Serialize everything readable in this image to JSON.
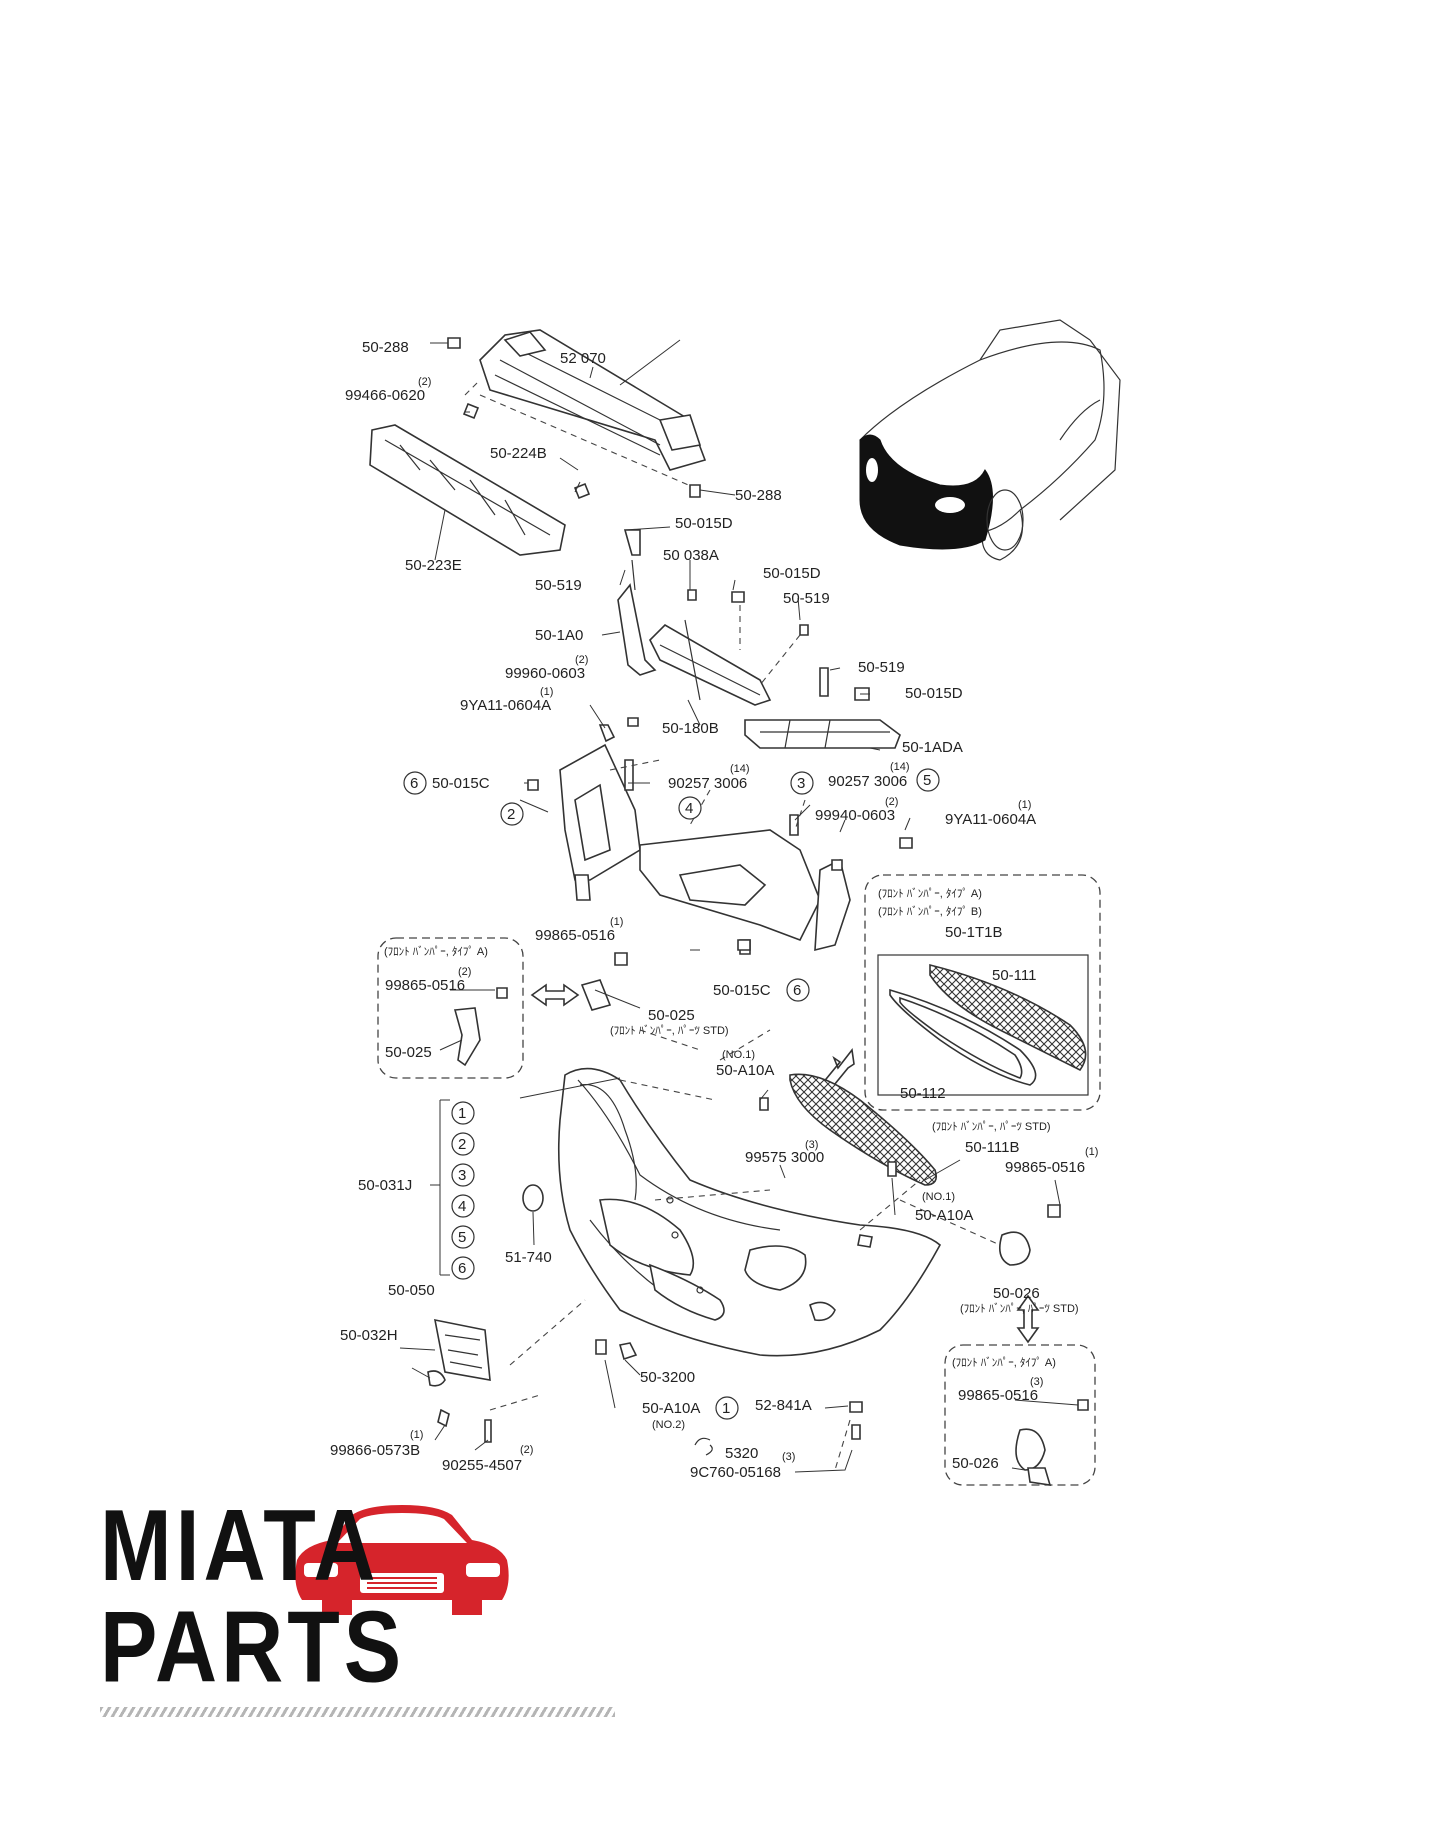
{
  "diagram": {
    "labels": {
      "p50_288_a": "50-288",
      "p52_070": "52 070",
      "q2_a": "(2)",
      "p99466": "99466-0620",
      "p50_224b": "50-224B",
      "p50_288_b": "50-288",
      "p50_015d_a": "50-015D",
      "p50_223e": "50-223E",
      "p50_519_a": "50-519",
      "p50_038a": "50 038A",
      "p50_015d_b": "50-015D",
      "p50_519_b": "50-519",
      "p50_1a0": "50-1A0",
      "q2_b": "(2)",
      "p99960": "99960-0603",
      "q1_a": "(1)",
      "p9ya11_a": "9YA11-0604A",
      "p50_519_c": "50-519",
      "p50_015d_c": "50-015D",
      "p50_180b": "50-180B",
      "p50_1ada": "50-1ADA",
      "p50_015c_a": "50-015C",
      "q14_a": "(14)",
      "p90257_a": "90257 3006",
      "q14_b": "(14)",
      "p90257_b": "90257 3006",
      "q2_c": "(2)",
      "p99940": "99940-0603",
      "q1_b": "(1)",
      "p9ya11_b": "9YA11-0604A",
      "box1_note1": "(ﾌﾛﾝﾄ ﾊﾞﾝﾊﾟｰ, ﾀｲﾌﾟ A)",
      "box1_note2": "(ﾌﾛﾝﾄ ﾊﾞﾝﾊﾟｰ, ﾀｲﾌﾟ B)",
      "p50_1t1b": "50-1T1B",
      "p50_111": "50-111",
      "p50_112": "50-112",
      "box1_note3": "(ﾌﾛﾝﾄ ﾊﾞﾝﾊﾟｰ, ﾊﾟｰﾂ STD)",
      "q1_c": "(1)",
      "p99865_a": "99865-0516",
      "box2_note": "(ﾌﾛﾝﾄ ﾊﾞﾝﾊﾟｰ, ﾀｲﾌﾟ A)",
      "q2_d": "(2)",
      "p99865_b": "99865-0516",
      "p50_025_a": "50-025",
      "p50_025_b": "50-025",
      "note_025": "(ﾌﾛﾝﾄ ﾊﾞﾝﾊﾟｰ, ﾊﾟｰﾂ STD)",
      "p50_015c_b": "50-015C",
      "no1_a": "(NO.1)",
      "p50_a10a_a": "50-A10A",
      "p50_031j": "50-031J",
      "q3_a": "(3)",
      "p99575": "99575 3000",
      "p50_111b": "50-111B",
      "q1_d": "(1)",
      "p99865_c": "99865-0516",
      "no1_b": "(NO.1)",
      "p50_a10a_b": "50-A10A",
      "p51_740": "51-740",
      "p50_050": "50-050",
      "p50_032h": "50-032H",
      "p50_026_a": "50-026",
      "note_026": "(ﾌﾛﾝﾄ ﾊﾞﾝﾊﾟｰ, ﾊﾟｰﾂ STD)",
      "p50_3200": "50-3200",
      "box3_note": "(ﾌﾛﾝﾄ ﾊﾞﾝﾊﾟｰ, ﾀｲﾌﾟ A)",
      "q3_b": "(3)",
      "p99865_d": "99865-0516",
      "p52_841a": "52-841A",
      "p50_a10a_c": "50-A10A",
      "no2": "(NO.2)",
      "q1_e": "(1)",
      "p99866": "99866-0573B",
      "p5320": "5320",
      "q3_c": "(3)",
      "p9c760": "9C760-05168",
      "p50_026_b": "50-026",
      "q2_e": "(2)",
      "p90255": "90255-4507"
    },
    "callouts": {
      "c1": "1",
      "c2": "2",
      "c3": "3",
      "c4": "4",
      "c5": "5",
      "c6": "6",
      "c2_part": "2",
      "c3_ref": "3",
      "c4_part": "4",
      "c5_ref": "5",
      "c6_ref_a": "6",
      "c6_ref_b": "6",
      "c1_ref": "1"
    }
  },
  "brand": {
    "name": "MIATA PARTS",
    "accent_color": "#d6242b"
  }
}
